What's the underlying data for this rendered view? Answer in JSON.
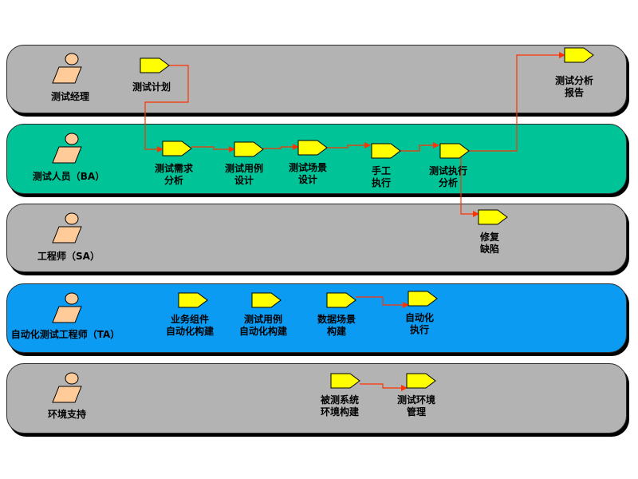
{
  "lanes": {
    "manager": {
      "role": "测试经理"
    },
    "ba": {
      "role": "测试人员（BA）"
    },
    "sa": {
      "role": "工程师（SA）"
    },
    "ta": {
      "role": "自动化测试工程师（TA）"
    },
    "env": {
      "role": "环境支持"
    }
  },
  "tasks": {
    "test_plan": {
      "line1": "测试计划",
      "line2": ""
    },
    "analysis_report": {
      "line1": "测试分析",
      "line2": "报告"
    },
    "req_analysis": {
      "line1": "测试需求",
      "line2": "分析"
    },
    "case_design": {
      "line1": "测试用例",
      "line2": "设计"
    },
    "scenario_design": {
      "line1": "测试场景",
      "line2": "设计"
    },
    "manual_exec": {
      "line1": "手工",
      "line2": "执行"
    },
    "exec_analysis": {
      "line1": "测试执行",
      "line2": "分析"
    },
    "fix_defect": {
      "line1": "修复",
      "line2": "缺陷"
    },
    "biz_component": {
      "line1": "业务组件",
      "line2": "自动化构建"
    },
    "case_auto": {
      "line1": "测试用例",
      "line2": "自动化构建"
    },
    "data_scenario": {
      "line1": "数据场景",
      "line2": "构建"
    },
    "auto_exec": {
      "line1": "自动化",
      "line2": "执行"
    },
    "env_build": {
      "line1": "被测系统",
      "line2": "环境构建"
    },
    "env_manage": {
      "line1": "测试环境",
      "line2": "管理"
    }
  },
  "colors": {
    "lane_gray": "#b3b3b3",
    "lane_green": "#00c398",
    "lane_blue": "#0b9bf3",
    "task_fill": "#ffff00",
    "actor_fill": "#ffcc99",
    "connector": "#ff3300"
  }
}
